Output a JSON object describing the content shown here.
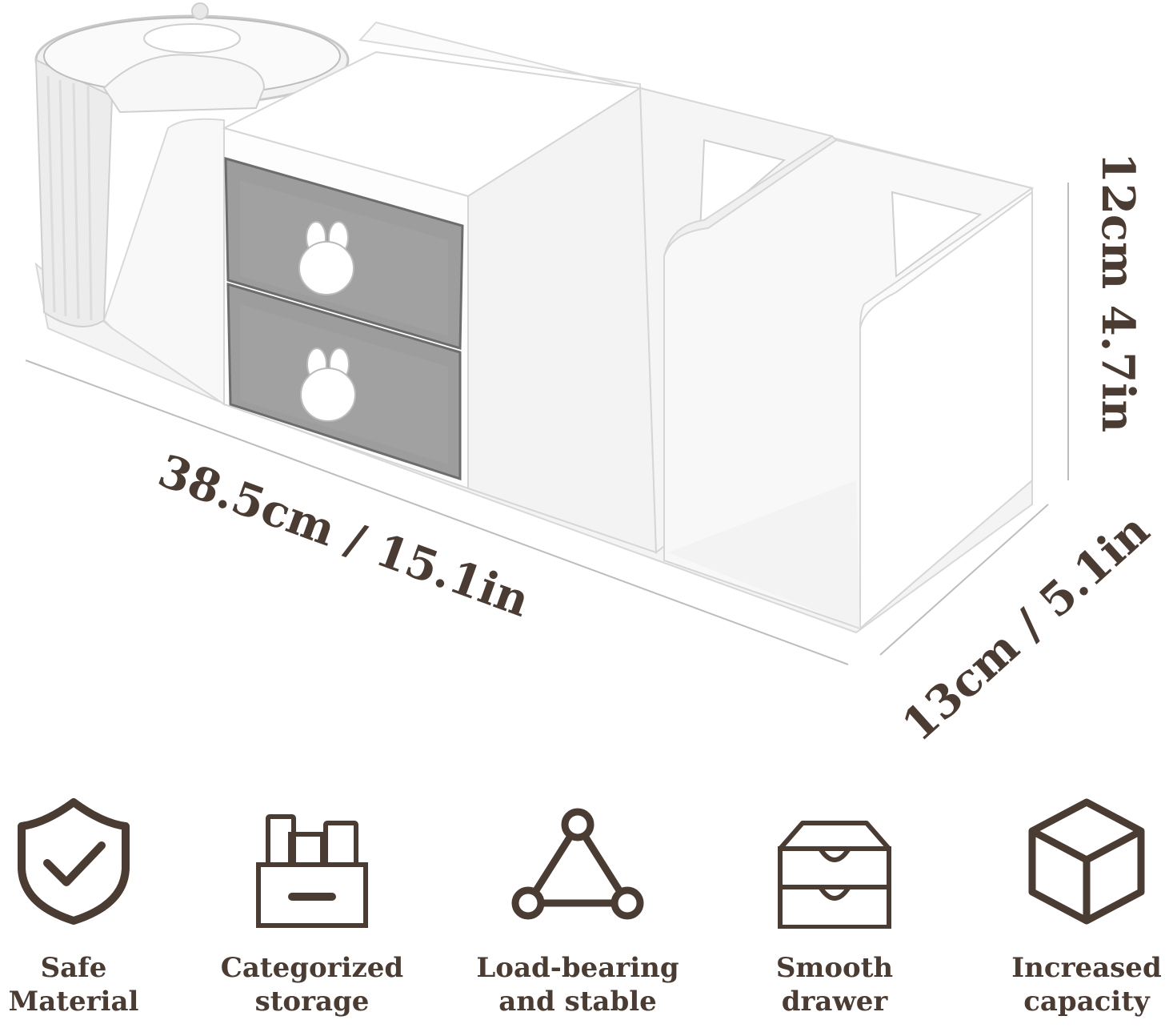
{
  "dimensions": {
    "length": "38.5cm / 15.1in",
    "height": "12cm  4.7in",
    "depth": "13cm / 5.1in"
  },
  "colors": {
    "text": "#4a3b33",
    "icon_stroke": "#4a3b33",
    "drawer_tint": "#8d8d8d"
  },
  "features": [
    {
      "icon": "shield-check-icon",
      "line1": "Safe",
      "line2": "Material"
    },
    {
      "icon": "storage-box-icon",
      "line1": "Categorized",
      "line2": "storage"
    },
    {
      "icon": "triangle-nodes-icon",
      "line1": "Load-bearing",
      "line2": "and stable"
    },
    {
      "icon": "drawer-icon",
      "line1": "Smooth",
      "line2": "drawer"
    },
    {
      "icon": "cube-icon",
      "line1": "Increased",
      "line2": "capacity"
    }
  ]
}
